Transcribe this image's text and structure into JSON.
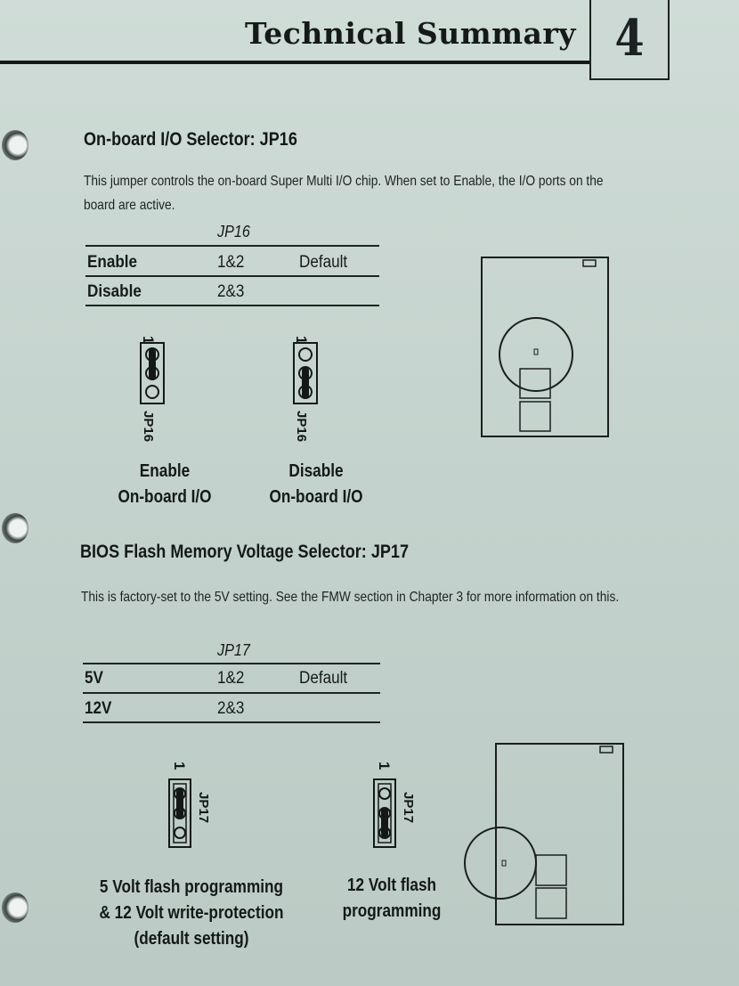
{
  "header": {
    "title": "Technical Summary",
    "chapter_number": "4"
  },
  "section1": {
    "heading": "On-board I/O Selector: JP16",
    "description": "This jumper controls the on-board Super Multi I/O chip. When set to Enable, the I/O ports on the board are active.",
    "table": {
      "column_header": "JP16",
      "rows": [
        {
          "setting": "Enable",
          "pins": "1&2",
          "note": "Default"
        },
        {
          "setting": "Disable",
          "pins": "2&3",
          "note": ""
        }
      ]
    },
    "jumper_label": "JP16",
    "pin1_label": "1",
    "captions": {
      "enable": [
        "Enable",
        "On-board I/O"
      ],
      "disable": [
        "Disable",
        "On-board I/O"
      ]
    }
  },
  "section2": {
    "heading": "BIOS Flash Memory Voltage Selector: JP17",
    "description": "This is factory-set to the 5V setting. See the FMW section in Chapter 3 for more information on this.",
    "table": {
      "column_header": "JP17",
      "rows": [
        {
          "setting": "5V",
          "pins": "1&2",
          "note": "Default"
        },
        {
          "setting": "12V",
          "pins": "2&3",
          "note": ""
        }
      ]
    },
    "jumper_label": "JP17",
    "pin1_label": "1",
    "captions": {
      "five_volt": [
        "5 Volt flash programming",
        "& 12 Volt write-protection",
        "(default setting)"
      ],
      "twelve_volt": [
        "12 Volt flash",
        "programming"
      ]
    }
  }
}
